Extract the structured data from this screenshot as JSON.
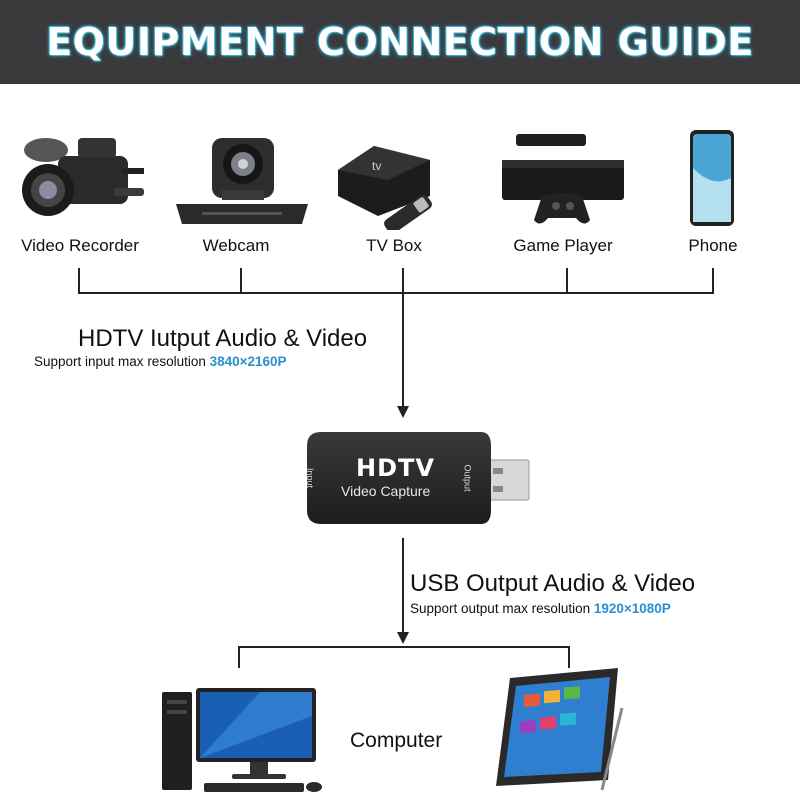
{
  "banner": {
    "title": "EQUIPMENT CONNECTION GUIDE"
  },
  "sources": [
    {
      "label": "Video Recorder",
      "icon": "video-recorder-icon"
    },
    {
      "label": "Webcam",
      "icon": "webcam-icon"
    },
    {
      "label": "TV Box",
      "icon": "tv-box-icon"
    },
    {
      "label": "Game Player",
      "icon": "game-console-icon"
    },
    {
      "label": "Phone",
      "icon": "phone-icon"
    }
  ],
  "input_caption": {
    "main": "HDTV Iutput Audio & Video",
    "sub_prefix": "Support input max resolution ",
    "sub_value": "3840×2160P"
  },
  "capture_device": {
    "brand": "HDTV",
    "product": "Video Capture",
    "port_in": "Input",
    "port_out": "Output"
  },
  "output_caption": {
    "main": "USB Output Audio & Video",
    "sub_prefix": "Support output max resolution ",
    "sub_value": "1920×1080P"
  },
  "targets": {
    "label": "Computer",
    "icons": [
      "desktop-computer-icon",
      "tablet-icon"
    ]
  },
  "colors": {
    "banner_bg": "#3a3a3c",
    "banner_glow": "#3fb6d6",
    "resolution_highlight": "#2a8fd0",
    "device_body": "#2b2b2b"
  }
}
